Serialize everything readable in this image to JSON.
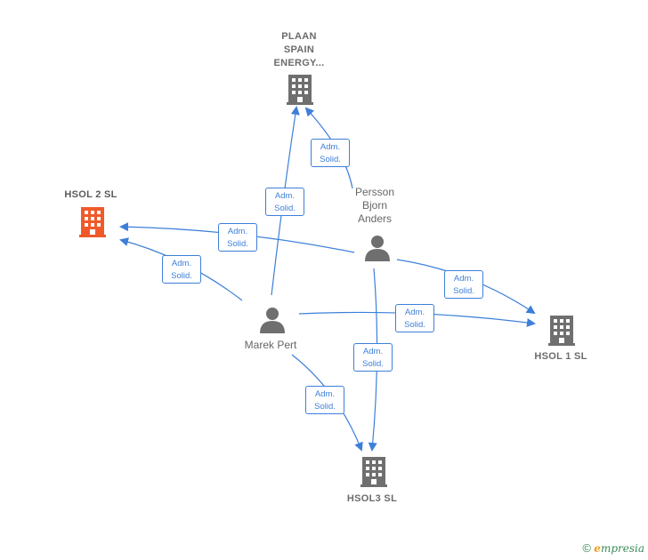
{
  "nodes": {
    "plaan": {
      "name_lines": [
        "PLAAN",
        "SPAIN",
        "ENERGY..."
      ],
      "icon": "building-icon"
    },
    "hsol2": {
      "name": "HSOL 2  SL",
      "icon": "building-icon",
      "color": "#f05a2a"
    },
    "persson": {
      "name_lines": [
        "Persson",
        "Bjorn",
        "Anders"
      ],
      "icon": "person-icon"
    },
    "marek": {
      "name": "Marek Pert",
      "icon": "person-icon"
    },
    "hsol1": {
      "name": "HSOL 1  SL",
      "icon": "building-icon"
    },
    "hsol3": {
      "name": "HSOL3  SL",
      "icon": "building-icon"
    }
  },
  "edge_labels": [
    {
      "id": "persson-plaan",
      "lines": [
        "Adm.",
        "Solid."
      ]
    },
    {
      "id": "marek-plaan",
      "lines": [
        "Adm.",
        "Solid."
      ]
    },
    {
      "id": "persson-hsol2",
      "lines": [
        "Adm.",
        "Solid."
      ]
    },
    {
      "id": "marek-hsol2",
      "lines": [
        "Adm.",
        "Solid."
      ]
    },
    {
      "id": "persson-hsol1",
      "lines": [
        "Adm.",
        "Solid."
      ]
    },
    {
      "id": "marek-hsol1",
      "lines": [
        "Adm.",
        "Solid."
      ]
    },
    {
      "id": "persson-hsol3",
      "lines": [
        "Adm.",
        "Solid."
      ]
    },
    {
      "id": "marek-hsol3",
      "lines": [
        "Adm.",
        "Solid."
      ]
    }
  ],
  "colors": {
    "edge": "#3d7fd9",
    "icon": "#6f6f6f",
    "focus": "#f05a2a"
  },
  "brand": {
    "copyright": "©",
    "e": "e",
    "rest": "mpresia"
  }
}
